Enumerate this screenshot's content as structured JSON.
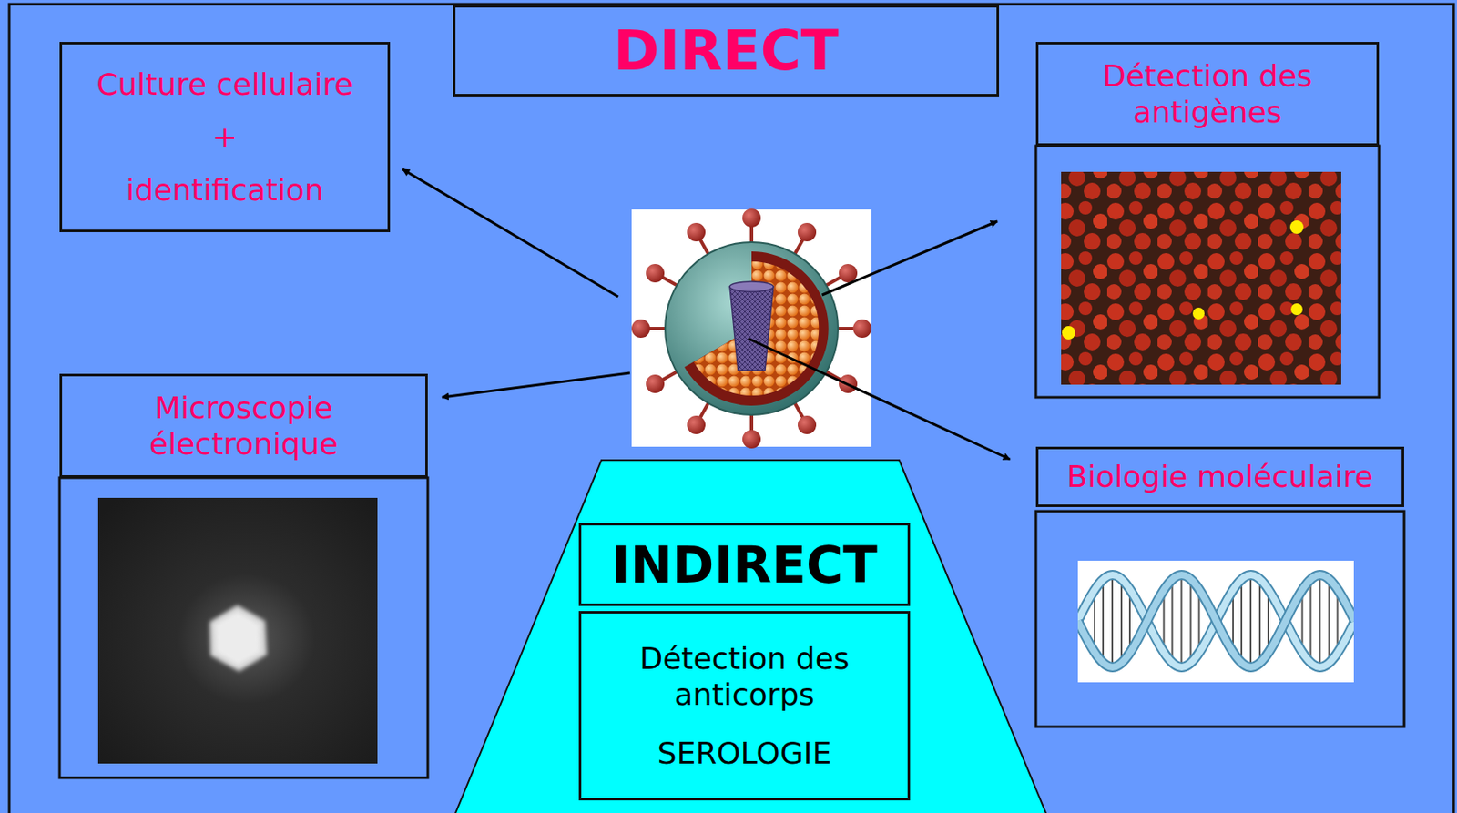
{
  "diagram": {
    "nodes": [
      {
        "text": [
          "DIRECT"
        ]
      },
      {
        "text": [
          "Culture cellulaire",
          "+",
          "identification"
        ]
      },
      {
        "text": [
          "Détection des antigènes"
        ]
      },
      {
        "text": [
          "Microscopie électronique"
        ]
      },
      {
        "text": [
          "Biologie moléculaire"
        ]
      },
      {
        "text": [
          "INDIRECT"
        ]
      },
      {
        "text": [
          "Détection des anticorps",
          "SEROLOGIE"
        ]
      }
    ]
  }
}
